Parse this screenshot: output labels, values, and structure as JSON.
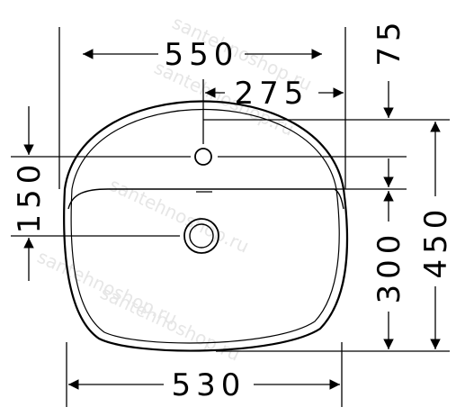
{
  "drawing": {
    "dimensions": {
      "outer_width": "550",
      "half_width": "275",
      "top_offset": "75",
      "hole_offset": "150",
      "overall_depth": "450",
      "bowl_depth": "300",
      "bottom_width": "530"
    },
    "watermark": "santehnoshop.ru",
    "colors": {
      "line": "#000000",
      "watermark": "#e6e6e6"
    }
  }
}
